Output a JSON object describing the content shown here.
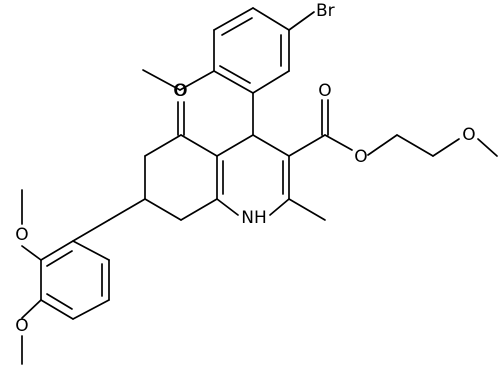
{
  "diagram": {
    "type": "skeletal-structure",
    "atom_labels": {
      "br": "Br",
      "o_methoxy_aryl": "O",
      "o_ketone": "O",
      "o_ester_carbonyl": "O",
      "o_ester": "O",
      "o_ether_chain": "O",
      "nh": "NH",
      "nh_h": "H",
      "o_dimethoxy_top": "O",
      "o_dimethoxy_bottom": "O"
    },
    "colors": {
      "bonds": "#000000",
      "labels": "#000000",
      "background": "#ffffff"
    }
  }
}
